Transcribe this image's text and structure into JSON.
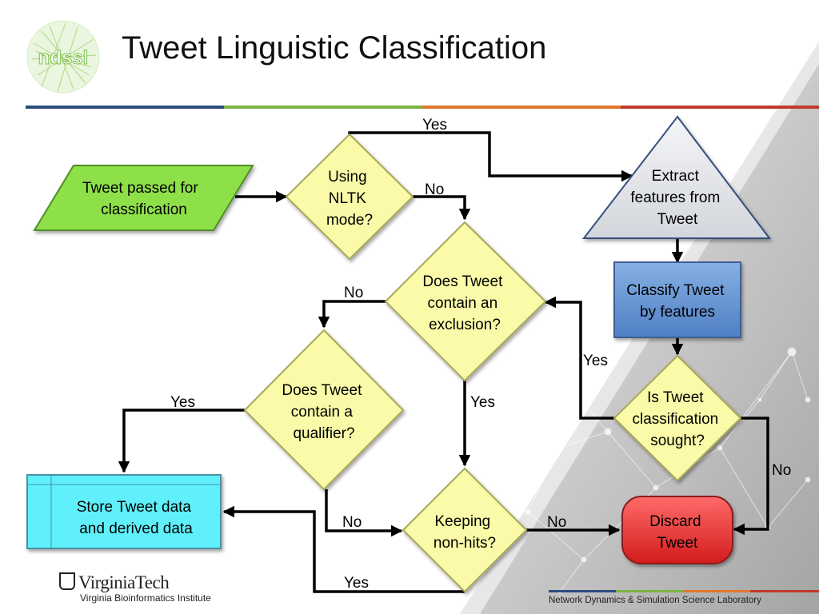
{
  "slide": {
    "title": "Tweet Linguistic Classification",
    "logo_text": "ndssl",
    "footer_left_name": "VirginiaTech",
    "footer_left_sub": "Virginia Bioinformatics Institute",
    "footer_right": "Network Dynamics & Simulation Science Laboratory"
  },
  "nodes": {
    "input": [
      "Tweet passed for",
      "classification"
    ],
    "nltk": [
      "Using",
      "NLTK",
      "mode?"
    ],
    "extract": [
      "Extract",
      "features from",
      "Tweet"
    ],
    "classify": [
      "Classify Tweet",
      "by features"
    ],
    "sought": [
      "Is Tweet",
      "classification",
      "sought?"
    ],
    "exclusion": [
      "Does Tweet",
      "contain an",
      "exclusion?"
    ],
    "qualifier": [
      "Does Tweet",
      "contain a",
      "qualifier?"
    ],
    "store": [
      "Store Tweet data",
      "and derived data"
    ],
    "keeping": [
      "Keeping",
      "non-hits?"
    ],
    "discard": [
      "Discard",
      "Tweet"
    ]
  },
  "edge_labels": {
    "nltk_yes": "Yes",
    "nltk_no": "No",
    "exclusion_no": "No",
    "exclusion_yes": "Yes",
    "sought_yes": "Yes",
    "sought_no": "No",
    "qualifier_yes": "Yes",
    "qualifier_no": "No",
    "keeping_no": "No",
    "keeping_yes": "Yes"
  },
  "colors": {
    "input_fill": "#8ee04a",
    "decision_fill": "#fafaa8",
    "extract_fill": "#e2e5ea",
    "classify_fill": "#6b9bd6",
    "store_fill": "#5ff0fb",
    "discard_fill": "#ee2b2b",
    "rule_blue": "#2b4c7e",
    "rule_green": "#7cb342",
    "rule_orange": "#e0782a",
    "rule_red": "#c0392b"
  }
}
